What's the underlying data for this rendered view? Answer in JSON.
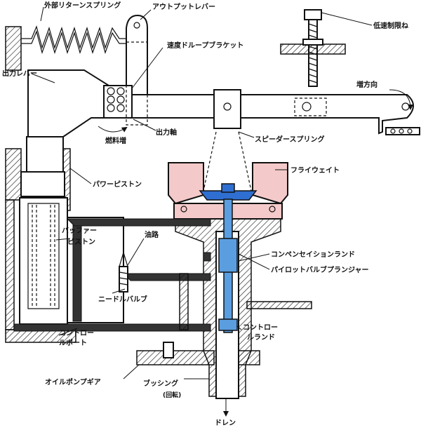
{
  "labels": {
    "external_return_spring": "外部リターンスプリング",
    "output_lever": "アウトプットレバー",
    "low_speed_limit_screw": "低速制限ね",
    "speed_droop_bracket": "速度ドループブラケット",
    "power_output_lever": "出力レバー",
    "increase_direction": "増方向",
    "fuel_increase": "燃料増",
    "output_shaft": "出力軸",
    "speeder_spring": "スピーダースプリング",
    "flyweight": "フライウェイト",
    "power_piston": "パワーピストン",
    "oil_passage": "油路",
    "buffer_piston_1": "バッファー",
    "buffer_piston_2": "ピストン",
    "compensation_land": "コンペンセイションランド",
    "pilot_valve_plunger": "パイロットバルブプランジャー",
    "needle_valve": "ニードルバルブ",
    "control_port_1": "コントロー",
    "control_port_2": "ルポート",
    "control_land_1": "コントロー",
    "control_land_2": "ルランド",
    "oil_pump_gear": "オイルポンプギア",
    "bushing": "ブッシング",
    "rotation": "(回転)",
    "drain": "ドレン"
  },
  "colors": {
    "flyweight_fill": "#f4c9c9",
    "plunger_fill": "#5b9ee0",
    "ballhead_fill": "#2f6fd1",
    "ink": "#111111"
  }
}
